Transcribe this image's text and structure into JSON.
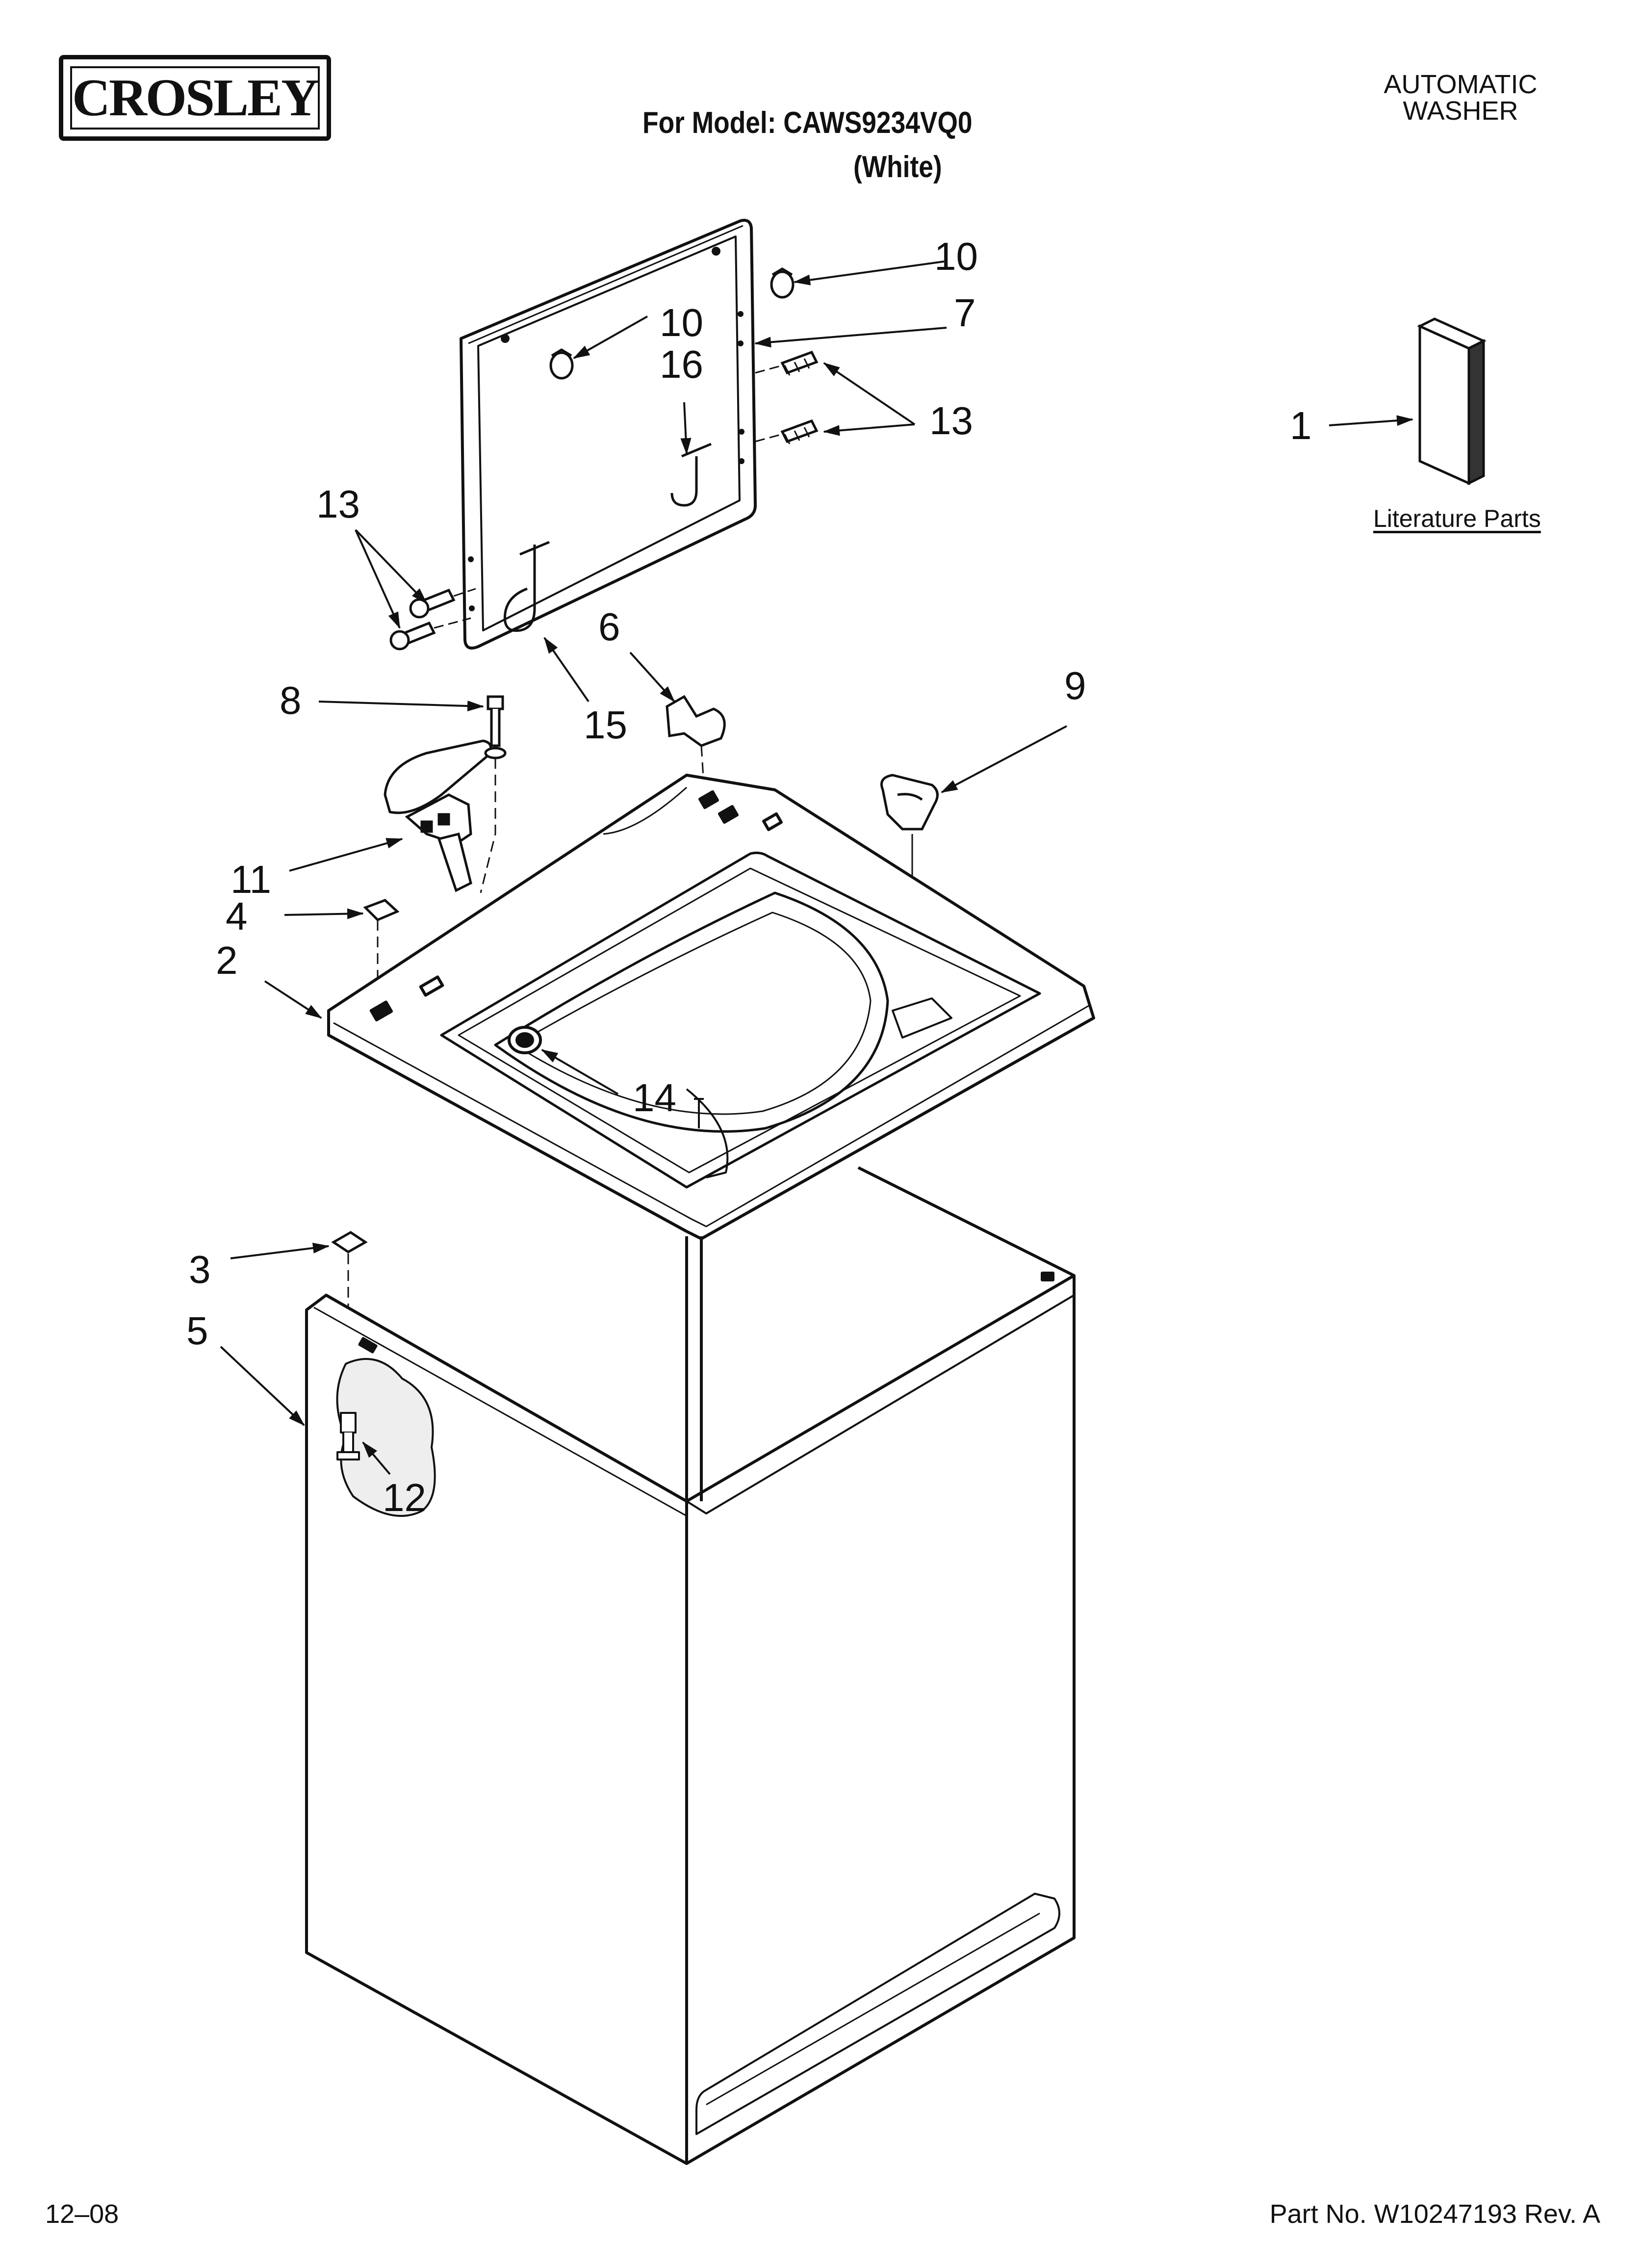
{
  "header": {
    "brand_logo_text": "CROSLEY",
    "model_line": "For Model: CAWS9234VQ0",
    "color_line": "(White)",
    "product_line_1": "AUTOMATIC",
    "product_line_2": "WASHER"
  },
  "literature": {
    "label": "Literature Parts"
  },
  "callouts": {
    "c1": "1",
    "c2": "2",
    "c3": "3",
    "c4": "4",
    "c5": "5",
    "c6": "6",
    "c7": "7",
    "c8": "8",
    "c9": "9",
    "c10a": "10",
    "c10b": "10",
    "c11": "11",
    "c12": "12",
    "c13a": "13",
    "c13b": "13",
    "c14": "14",
    "c15": "15",
    "c16": "16"
  },
  "footer": {
    "date": "12–08",
    "part_number": "Part No. W10247193 Rev. A"
  }
}
